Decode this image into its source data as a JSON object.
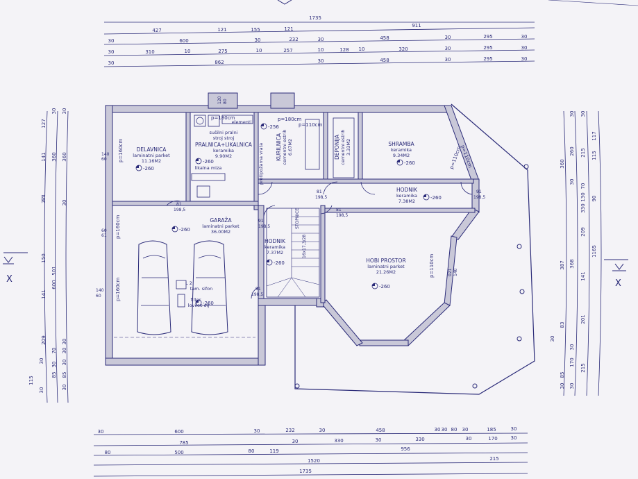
{
  "top_dims": {
    "overall": "1735",
    "row1": [
      "427",
      "121",
      "155",
      "121",
      "911"
    ],
    "row2": [
      "30",
      "600",
      "30",
      "232",
      "30",
      "458",
      "30",
      "295",
      "30"
    ],
    "row3": [
      "30",
      "310",
      "10",
      "275",
      "10",
      "257",
      "10",
      "128",
      "10",
      "320",
      "30",
      "295",
      "30"
    ],
    "row4": [
      "30",
      "862",
      "30",
      "458",
      "30",
      "295",
      "30"
    ]
  },
  "bottom_dims": {
    "row1": [
      "30",
      "600",
      "30",
      "232",
      "30",
      "458",
      "30",
      "30",
      "80",
      "30",
      "185",
      "30"
    ],
    "row2": [
      "785",
      "30",
      "330",
      "30",
      "330",
      "30",
      "170",
      "30"
    ],
    "row3": [
      "80",
      "500",
      "80",
      "119",
      "956"
    ],
    "row4": [
      "1520",
      "215"
    ],
    "overall": "1735"
  },
  "left_dims": {
    "col1": [
      "127",
      "141",
      "221",
      "150",
      "141",
      "209",
      "115"
    ],
    "col2": [
      "30",
      "360",
      "61",
      "501",
      "30",
      "70",
      "30",
      "85",
      "30"
    ],
    "col3": [
      "30",
      "360",
      "30",
      "600",
      "30",
      "30",
      "30",
      "85",
      "30"
    ]
  },
  "right_dims": {
    "col1": [
      "360",
      "387",
      "83",
      "30",
      "85",
      "30"
    ],
    "col2": [
      "30",
      "260",
      "30",
      "368",
      "30",
      "170",
      "30"
    ],
    "col3": [
      "30",
      "215",
      "70",
      "130",
      "330",
      "209",
      "141",
      "201",
      "215"
    ],
    "col4": [
      "117",
      "115",
      "90",
      "1165"
    ]
  },
  "rooms": {
    "delavnica": {
      "name": "DELAVNICA",
      "floor": "laminatni parket",
      "area": "11.16M2"
    },
    "pralnica": {
      "name": "PRALNICA+LIKALNICA",
      "floor": "keramika",
      "area": "9.90M2",
      "note1": "sušilni pralni",
      "note2": "stroj  stroj",
      "note3": "likalna miza",
      "note4": "elementi"
    },
    "kurilnica": {
      "name": "KURILNICA",
      "floor": "cementni estrih",
      "area": "6.67M2",
      "note": "protipožarna vrata"
    },
    "deponija": {
      "name": "DEPONIJA",
      "floor": "cementni estrih",
      "area": "3.33M2"
    },
    "shramba": {
      "name": "SHRAMBA",
      "floor": "keramika",
      "area": "9.34M2"
    },
    "hodnik1": {
      "name": "HODNIK",
      "floor": "keramika",
      "area": "7.38M2"
    },
    "garaza": {
      "name": "GARAŽA",
      "floor": "laminatni parket",
      "area": "36.00M2",
      "note1": "L 2",
      "note2": "tam. sifon",
      "note3": "filter",
      "note4": "lovilec olj"
    },
    "hodnik2": {
      "name": "HODNIK",
      "floor": "keramika",
      "area": "7.37M2"
    },
    "hobi": {
      "name": "HOBI PROSTOR",
      "floor": "laminatni parket",
      "area": "21.26M2"
    }
  },
  "levels": [
    "-260",
    "-260",
    "-256",
    "-260",
    "-260",
    "-260",
    "-260",
    "-260",
    "-260"
  ],
  "window_labels": [
    "p=160cm",
    "p=160cm",
    "p=160cm",
    "p=180cm",
    "p=180cm",
    "p=110cm",
    "p=110cm",
    "p=110cm",
    "p=110cm"
  ],
  "door_labels": [
    "81",
    "198,5",
    "91",
    "198,5",
    "91",
    "198,5",
    "81",
    "198,5",
    "91",
    "198,5",
    "81",
    "198,5"
  ],
  "stair": {
    "label": "STOPNICE",
    "steps": "16x17,3/28"
  },
  "section_marks": [
    "X",
    "X"
  ],
  "side_dims": [
    "140",
    "60",
    "60",
    "61",
    "140",
    "60",
    "021",
    "140",
    "120",
    "80"
  ]
}
